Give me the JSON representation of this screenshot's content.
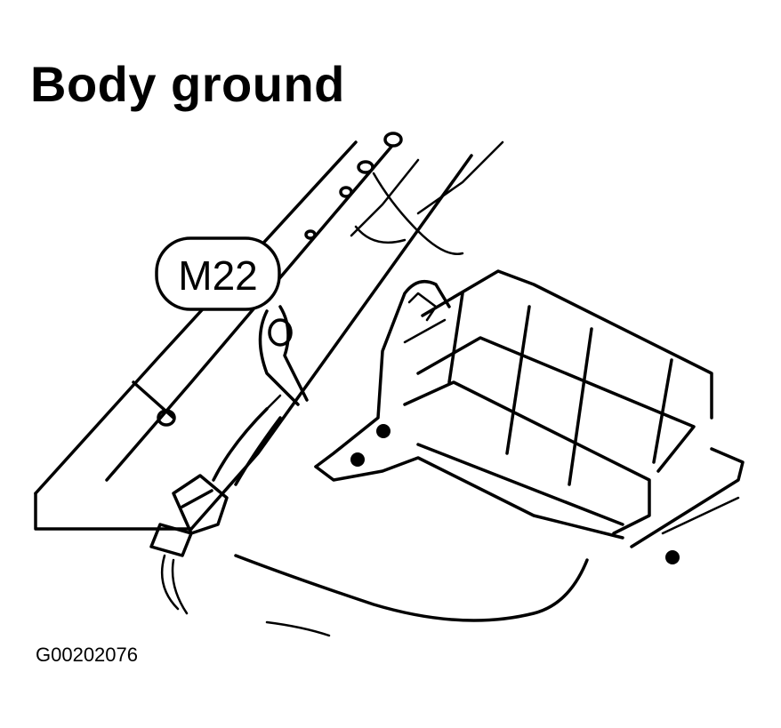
{
  "title": "Body ground",
  "callout": {
    "label": "M22"
  },
  "figure_code": "G00202076"
}
